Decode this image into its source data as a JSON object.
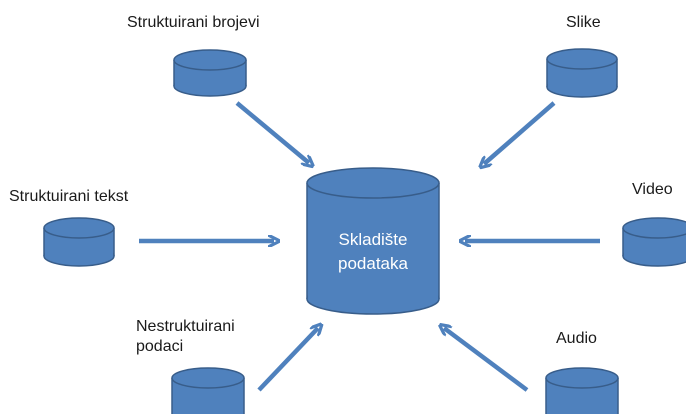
{
  "diagram": {
    "center": {
      "label_lines": [
        "Skladište",
        "podataka"
      ]
    },
    "sources": [
      {
        "id": "struct-numbers",
        "label_lines": [
          "Struktuirani brojevi"
        ]
      },
      {
        "id": "images",
        "label_lines": [
          "Slike"
        ]
      },
      {
        "id": "struct-text",
        "label_lines": [
          "Struktuirani tekst"
        ]
      },
      {
        "id": "video",
        "label_lines": [
          "Video"
        ]
      },
      {
        "id": "unstructured",
        "label_lines": [
          "Nestruktuirani",
          "podaci"
        ]
      },
      {
        "id": "audio",
        "label_lines": [
          "Audio"
        ]
      }
    ],
    "colors": {
      "cylinder_fill": "#4f81bd",
      "cylinder_stroke": "#385d8a",
      "arrow": "#4f81bd",
      "label_text": "#1a1a1a",
      "center_text": "#ffffff"
    }
  }
}
